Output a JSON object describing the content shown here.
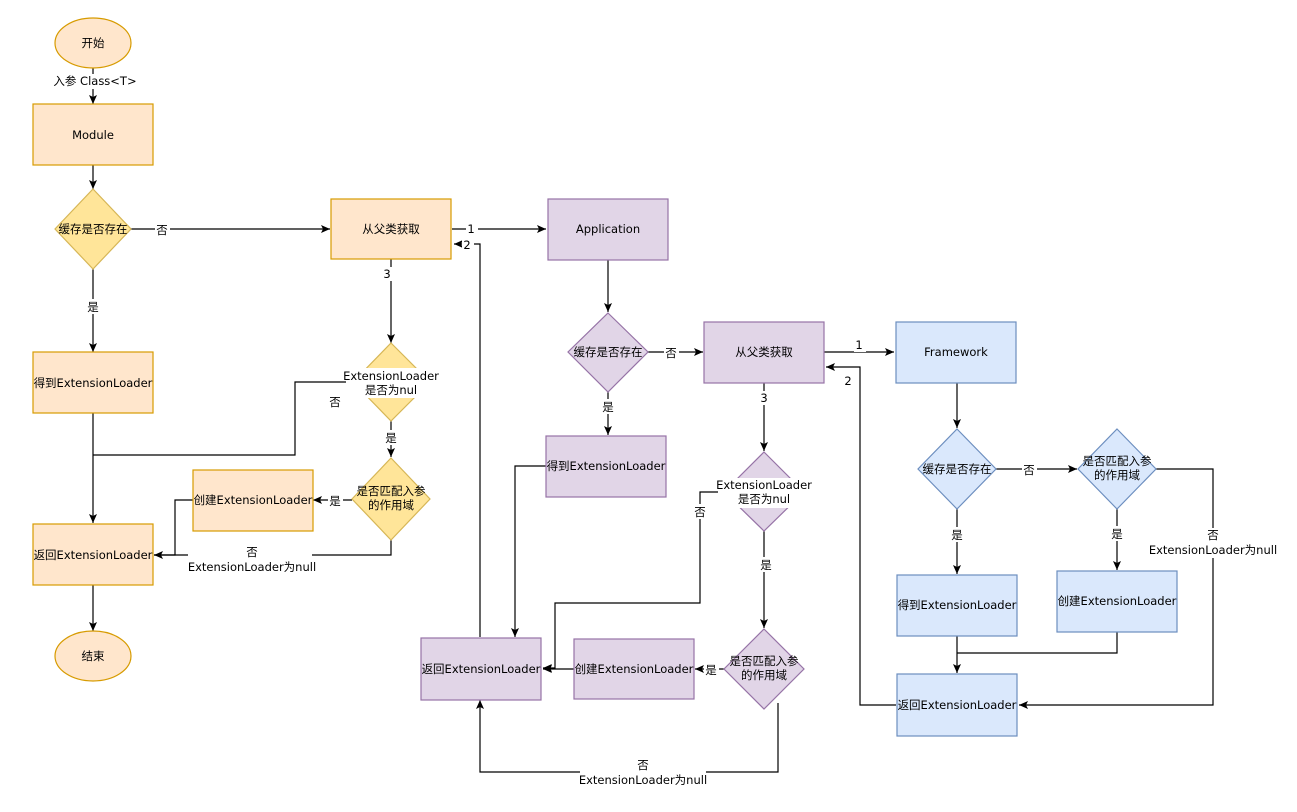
{
  "colors": {
    "orange_fill": "#ffe6cc",
    "orange_stroke": "#d79b00",
    "yellow_fill": "#ffe599",
    "yellow_stroke": "#d6b656",
    "purple_fill": "#e1d5e7",
    "purple_stroke": "#9673a6",
    "blue_fill": "#dae8fc",
    "blue_stroke": "#6c8ebf"
  },
  "module": {
    "start": "开始",
    "input_label": "入参 Class<T>",
    "module": "Module",
    "cache_check": "缓存是否存在",
    "no": "否",
    "yes": "是",
    "get_loader": "得到ExtensionLoader",
    "return_loader": "返回ExtensionLoader",
    "end": "结束",
    "from_parent": "从父类获取",
    "step_1": "1",
    "step_2": "2",
    "step_3": "3",
    "loader_null_check_line1": "ExtensionLoader",
    "loader_null_check_line2": "是否为nul",
    "no_2": "否",
    "yes_2": "是",
    "scope_check_line1": "是否匹配入参",
    "scope_check_line2": "的作用域",
    "yes_3": "是",
    "create_loader": "创建ExtensionLoader",
    "no_null_line1": "否",
    "no_null_line2": "ExtensionLoader为null"
  },
  "application": {
    "application": "Application",
    "cache_check": "缓存是否存在",
    "no": "否",
    "yes": "是",
    "get_loader": "得到ExtensionLoader",
    "from_parent": "从父类获取",
    "step_1": "1",
    "step_2": "2",
    "step_3": "3",
    "loader_null_check_line1": "ExtensionLoader",
    "loader_null_check_line2": "是否为nul",
    "no_2": "否",
    "yes_2": "是",
    "scope_check_line1": "是否匹配入参",
    "scope_check_line2": "的作用域",
    "yes_3": "是",
    "create_loader": "创建ExtensionLoader",
    "return_loader": "返回ExtensionLoader",
    "no_null_line1": "否",
    "no_null_line2": "ExtensionLoader为null"
  },
  "framework": {
    "framework": "Framework",
    "cache_check": "缓存是否存在",
    "no": "否",
    "scope_check_line1": "是否匹配入参",
    "scope_check_line2": "的作用域",
    "yes": "是",
    "yes_2": "是",
    "get_loader": "得到ExtensionLoader",
    "create_loader": "创建ExtensionLoader",
    "return_loader": "返回ExtensionLoader",
    "no_null_line1": "否",
    "no_null_line2": "ExtensionLoader为null"
  }
}
